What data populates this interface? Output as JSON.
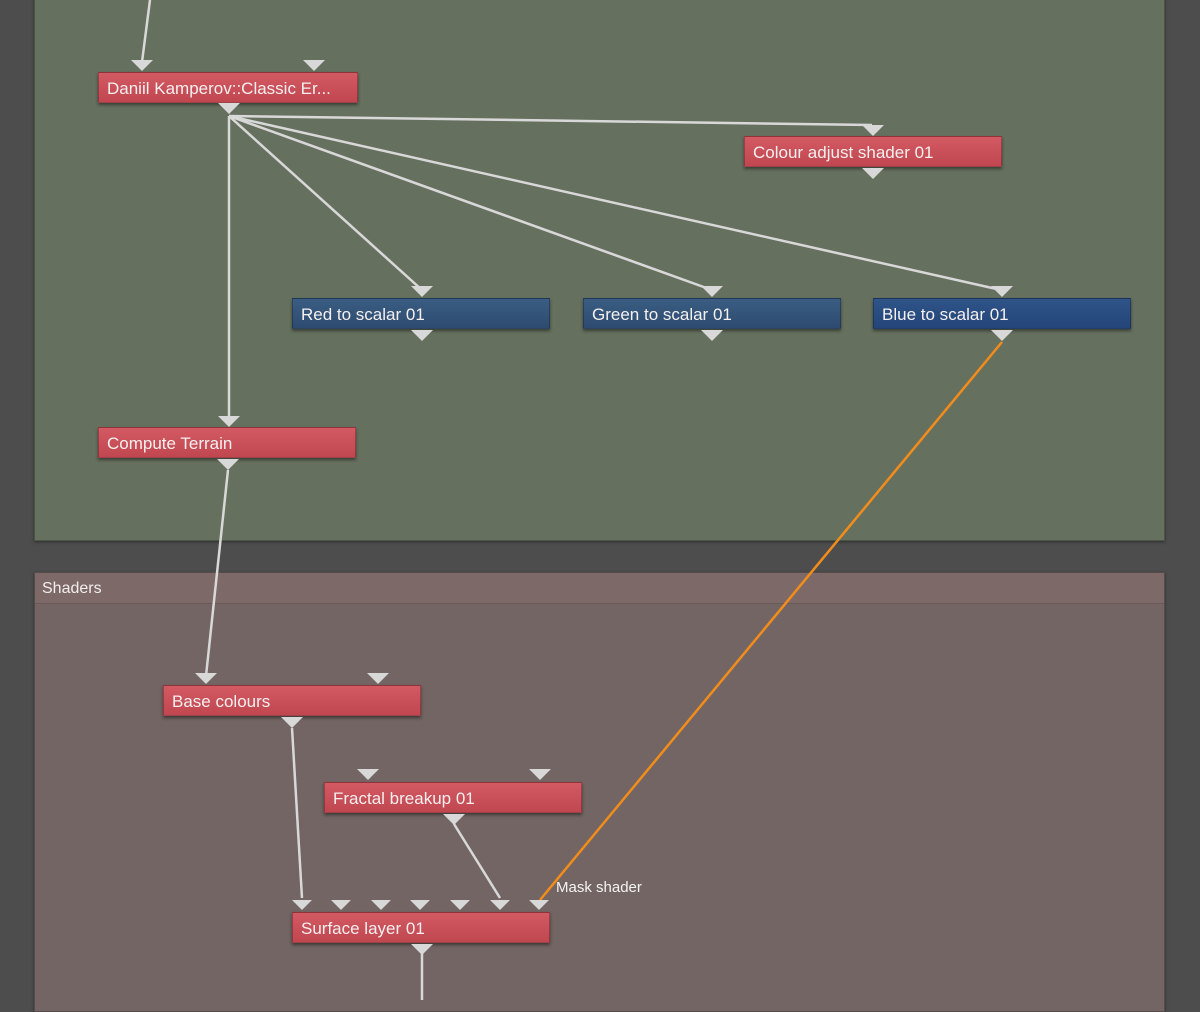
{
  "groups": {
    "shaders_title": "Shaders"
  },
  "nodes": {
    "classic_er": "Daniil Kamperov::Classic Er...",
    "colour_adjust": "Colour adjust shader 01",
    "red_to_scalar": "Red to scalar 01",
    "green_to_scalar": "Green to scalar 01",
    "blue_to_scalar": "Blue to scalar 01",
    "compute_terrain": "Compute Terrain",
    "base_colours": "Base colours",
    "fractal_breakup": "Fractal breakup 01",
    "surface_layer": "Surface layer 01"
  },
  "ports": {
    "mask_shader_label": "Mask shader"
  },
  "colors": {
    "wire": "#d8d8d8",
    "selected_wire": "#f28c1b",
    "node_red": "#c9505a",
    "node_blue": "#2d4b6f"
  }
}
